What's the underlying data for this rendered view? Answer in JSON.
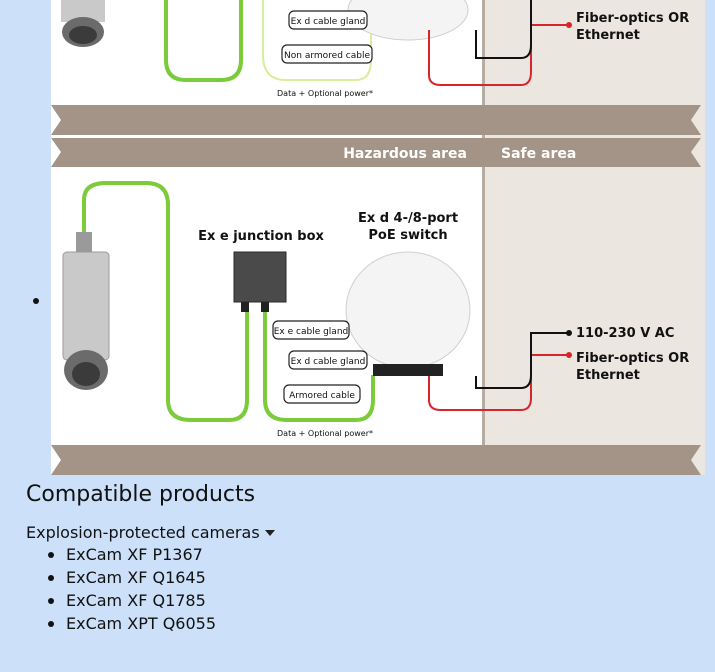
{
  "diagram": {
    "top": {
      "cable_gland_label": "Ex d cable gland",
      "cable_label": "Non armored cable",
      "data_power_label": "Data + Optional power*",
      "fiber_label_1": "Fiber-optics OR",
      "fiber_label_2": "Ethernet"
    },
    "zones": {
      "hazardous": "Hazardous area",
      "safe": "Safe area"
    },
    "bottom": {
      "junction_box_label": "Ex e junction box",
      "switch_label_1": "Ex d 4-/8-port",
      "switch_label_2": "PoE switch",
      "ex_e_gland_label": "Ex e cable gland",
      "ex_d_gland_label": "Ex d cable gland",
      "cable_label": "Armored cable",
      "data_power_label": "Data + Optional power*",
      "voltage_label": "110-230 V AC",
      "fiber_label_1": "Fiber-optics OR",
      "fiber_label_2": "Ethernet"
    }
  },
  "compatible": {
    "title": "Compatible products",
    "dropdown_label": "Explosion-protected cameras",
    "products": [
      "ExCam XF P1367",
      "ExCam XF Q1645",
      "ExCam XF Q1785",
      "ExCam XPT Q6055"
    ]
  },
  "colors": {
    "page_bg": "#cce0f9",
    "band": "#a39487",
    "safe_zone": "#ece6e0",
    "green_cable": "#7ccb3a",
    "red_cable": "#d7252c"
  }
}
